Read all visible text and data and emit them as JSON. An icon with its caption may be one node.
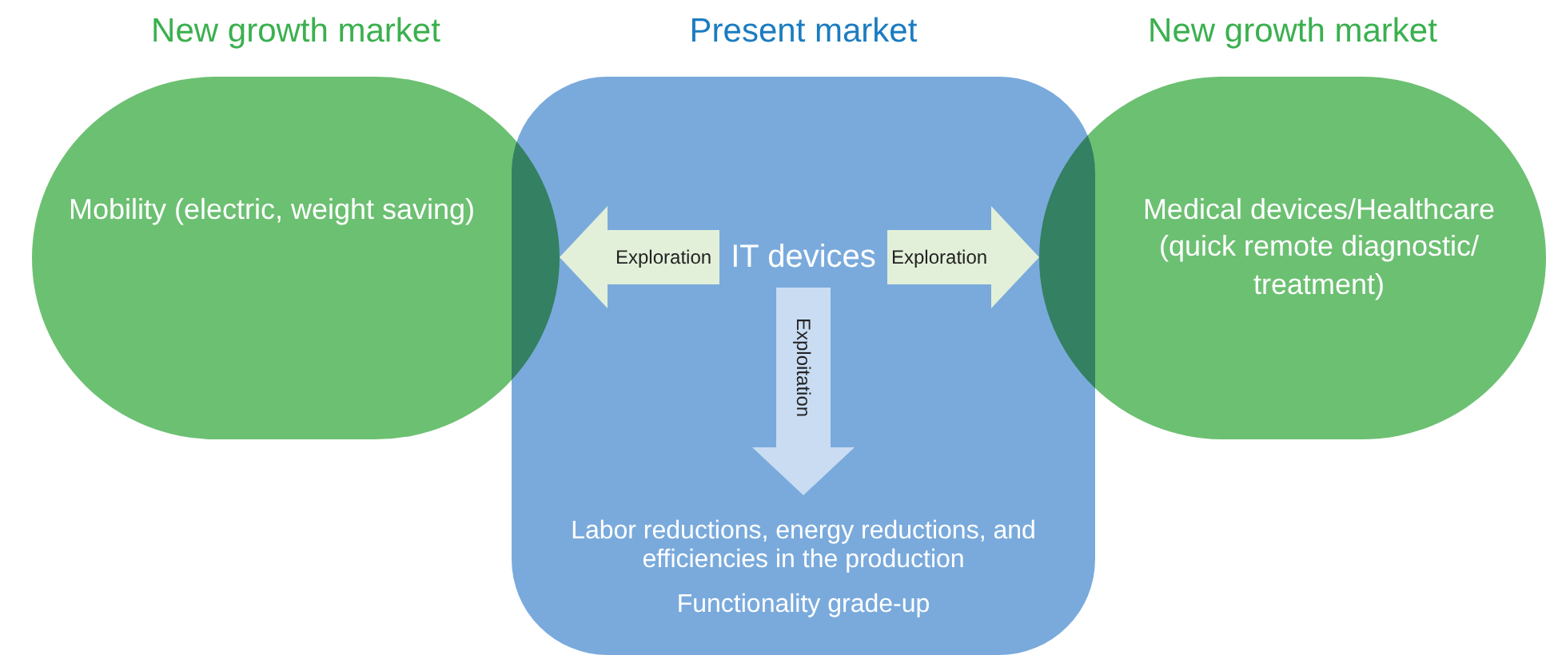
{
  "diagram": {
    "nodes": [
      {
        "text": [
          "New growth market",
          "Mobility (electric, weight saving)"
        ]
      },
      {
        "text": [
          "Present market"
        ]
      },
      {
        "text": [
          "IT devices"
        ],
        "in": 1
      },
      {
        "text": [
          "Labor reductions, energy reductions, and efficiencies in the production",
          "Functionality grade-up"
        ],
        "in": 1
      },
      {
        "text": [
          "New growth market",
          "Medical devices/Healthcare (quick remote diagnostic/ treatment)"
        ]
      }
    ],
    "edges": [
      {
        "from": 2,
        "to": 0,
        "arrow": "to",
        "label": "Exploration",
        "color": "#e2f0d9"
      },
      {
        "from": 2,
        "to": 4,
        "arrow": "to",
        "label": "Exploration",
        "color": "#e2f0d9"
      },
      {
        "from": 2,
        "to": 3,
        "arrow": "to",
        "label": "Exploitation",
        "color": "#c9dcf2"
      }
    ]
  }
}
